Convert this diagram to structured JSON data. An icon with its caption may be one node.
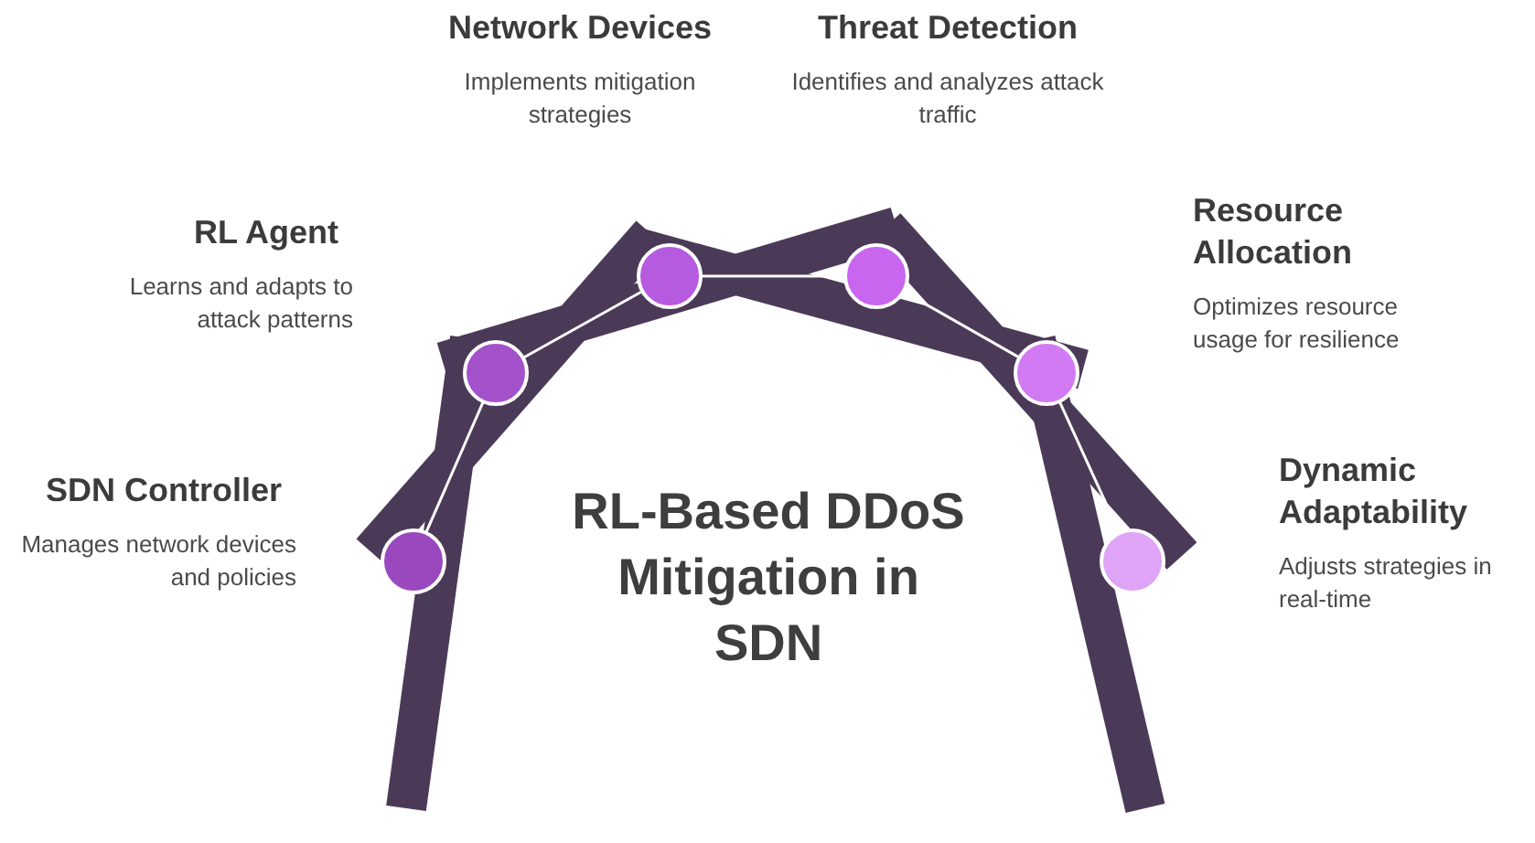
{
  "diagram": {
    "title": "RL-Based DDoS Mitigation in SDN",
    "nodes": [
      {
        "text": [
          "SDN Controller",
          "Manages network devices and policies"
        ]
      },
      {
        "text": [
          "RL Agent",
          "Learns and adapts to attack patterns"
        ]
      },
      {
        "text": [
          "Network Devices",
          "Implements mitigation strategies"
        ]
      },
      {
        "text": [
          "Threat Detection",
          "Identifies and analyzes attack traffic"
        ]
      },
      {
        "text": [
          "Resource Allocation",
          "Optimizes resource usage for resilience"
        ]
      },
      {
        "text": [
          "Dynamic Adaptability",
          "Adjusts strategies in real-time"
        ]
      },
      {
        "text": [],
        "shape": "circle"
      },
      {
        "text": [],
        "shape": "circle"
      },
      {
        "text": [],
        "shape": "circle"
      },
      {
        "text": [],
        "shape": "circle"
      },
      {
        "text": [],
        "shape": "circle"
      },
      {
        "text": [],
        "shape": "circle"
      }
    ],
    "edges": [
      {
        "from": 6,
        "to": 7,
        "arrow": "none"
      },
      {
        "from": 7,
        "to": 8,
        "arrow": "none"
      },
      {
        "from": 8,
        "to": 9,
        "arrow": "none"
      },
      {
        "from": 9,
        "to": 10,
        "arrow": "none"
      },
      {
        "from": 10,
        "to": 11,
        "arrow": "none"
      }
    ]
  }
}
